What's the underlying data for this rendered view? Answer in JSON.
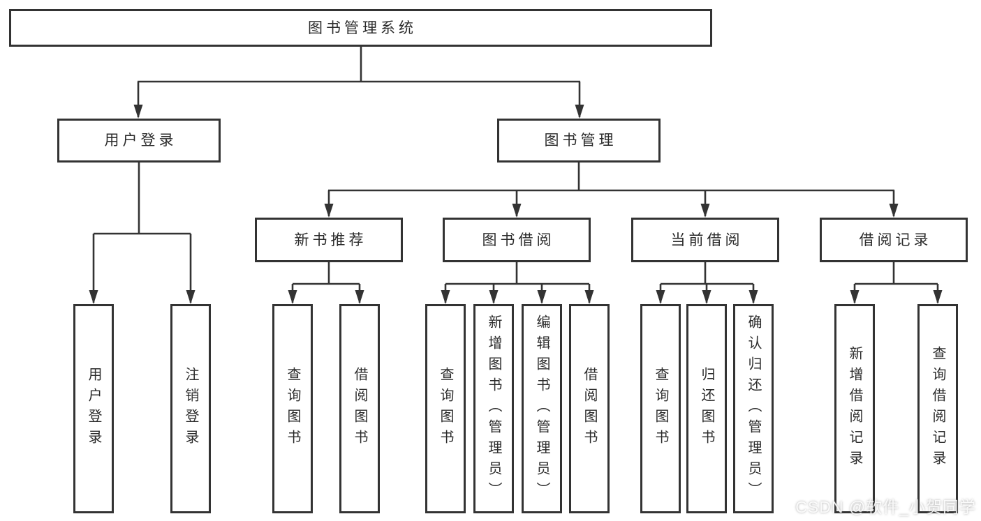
{
  "canvas": {
    "background": "#ffffff",
    "line_color": "#333333",
    "text_color": "#2b2b2b"
  },
  "watermark": {
    "text": "CSDN @软件_小贺同学"
  },
  "tree": {
    "root": {
      "label": "图书管理系统"
    },
    "level2": [
      {
        "label": "用户登录"
      },
      {
        "label": "图书管理"
      }
    ],
    "level3": [
      {
        "label": "新书推荐"
      },
      {
        "label": "图书借阅"
      },
      {
        "label": "当前借阅"
      },
      {
        "label": "借阅记录"
      }
    ],
    "leaves": {
      "user_login": [
        {
          "label": "用户登录"
        },
        {
          "label": "注销登录"
        }
      ],
      "new_book": [
        {
          "label": "查询图书"
        },
        {
          "label": "借阅图书"
        }
      ],
      "book_borrow": [
        {
          "label": "查询图书"
        },
        {
          "label": "新增图书（管理员）"
        },
        {
          "label": "编辑图书（管理员）"
        },
        {
          "label": "借阅图书"
        }
      ],
      "current_borrow": [
        {
          "label": "查询图书"
        },
        {
          "label": "归还图书"
        },
        {
          "label": "确认归还（管理员）"
        }
      ],
      "borrow_record": [
        {
          "label": "新增借阅记录"
        },
        {
          "label": "查询借阅记录"
        }
      ]
    }
  }
}
